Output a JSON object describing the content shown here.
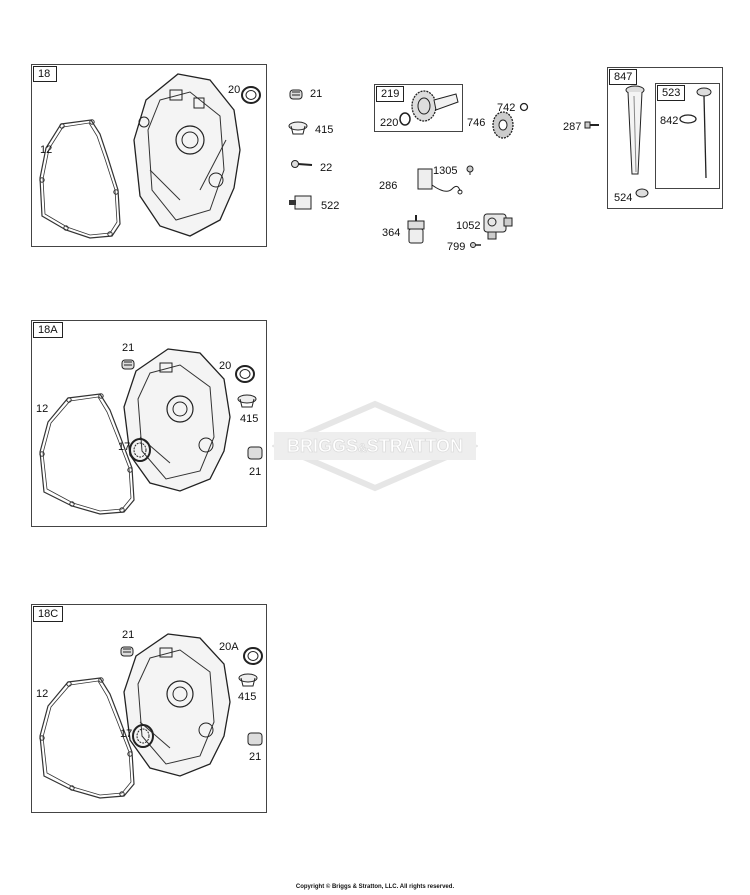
{
  "groups": {
    "g18": {
      "tag": "18",
      "labels": [
        "12",
        "20",
        "21",
        "415",
        "22",
        "522"
      ]
    },
    "g18a": {
      "tag": "18A",
      "labels": [
        "21",
        "20",
        "12",
        "415",
        "17",
        "21"
      ]
    },
    "g18c": {
      "tag": "18C",
      "labels": [
        "21",
        "20A",
        "12",
        "415",
        "17",
        "21"
      ]
    },
    "g219": {
      "tag": "219",
      "labels": [
        "220"
      ]
    },
    "g847": {
      "tag": "847",
      "labels": [
        "524"
      ]
    },
    "g523": {
      "tag": "523",
      "labels": [
        "842"
      ]
    }
  },
  "loose_parts": [
    "742",
    "746",
    "287",
    "1305",
    "286",
    "364",
    "1052",
    "799"
  ],
  "watermark": {
    "left": "BRIGGS",
    "amp": "&",
    "right": "STRATTON"
  },
  "copyright": "Copyright © Briggs & Stratton, LLC. All rights reserved."
}
